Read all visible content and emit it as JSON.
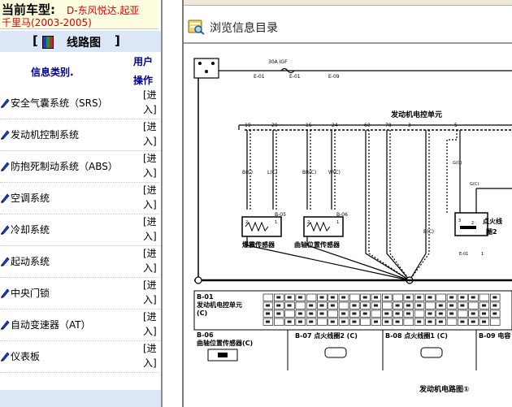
{
  "left_panel": {
    "car_label": "当前车型:",
    "car_model_line1": "D-东风悦达.起亚",
    "car_model_line2": "千里马(2003-2005)",
    "title_open": "[",
    "title": "线路图",
    "title_close": "]",
    "columns": {
      "info_category": "信息类别.",
      "user": "用户",
      "operation": "操作"
    },
    "action_line1": "[进",
    "action_line2": "入]",
    "categories": [
      {
        "label": "安全气囊系统（SRS）"
      },
      {
        "label": "发动机控制系统"
      },
      {
        "label": "防抱死制动系统（ABS）"
      },
      {
        "label": "空调系统"
      },
      {
        "label": "冷却系统"
      },
      {
        "label": "起动系统"
      },
      {
        "label": "中央门锁"
      },
      {
        "label": "自动变速器（AT）"
      },
      {
        "label": "仪表板"
      }
    ]
  },
  "right_panel": {
    "browse_title": "浏览信息目录",
    "diagram": {
      "ecu_title": "发动机电控单元",
      "fuse_label": "30A IGF",
      "sensor_knock": "爆震传感器",
      "sensor_crank": "曲轴位置传感器",
      "ignition_coil_2": "点火线圈2",
      "ignition_coil_2_short": "点火线",
      "ignition_coil_2_num": "圈2",
      "connector_b01": "B-01",
      "connector_b01_label": "发动机电控单元",
      "connector_b01_c": "(C)",
      "connector_b06": "B-06",
      "connector_b06_label": "曲轴位置传感器(C)",
      "connector_b07": "B-07 点火线圈2 (C)",
      "connector_b08": "B-08 点火线圈1 (C)",
      "connector_b09": "B-09 电容",
      "footer_caption": "发动机电路图①",
      "pins": [
        "19",
        "20",
        "15",
        "24",
        "60",
        "78",
        "3",
        "5"
      ],
      "wire_codes": [
        "B(C)",
        "L(C)",
        "BR(C)",
        "W(C)",
        "B(C)",
        "B(C)",
        "G(C)"
      ],
      "small_labels": [
        "E-01",
        "E-01",
        "E-09",
        "B-05",
        "B-06",
        "E-01",
        "1"
      ]
    }
  },
  "colors": {
    "car_model_text": "#d40000",
    "header_text": "#00008b",
    "title_bar_bg": "#dbe6f6",
    "car_box_bg": "#fffde0"
  },
  "icons": [
    "book-icon",
    "pencil-icon",
    "browse-icon"
  ]
}
